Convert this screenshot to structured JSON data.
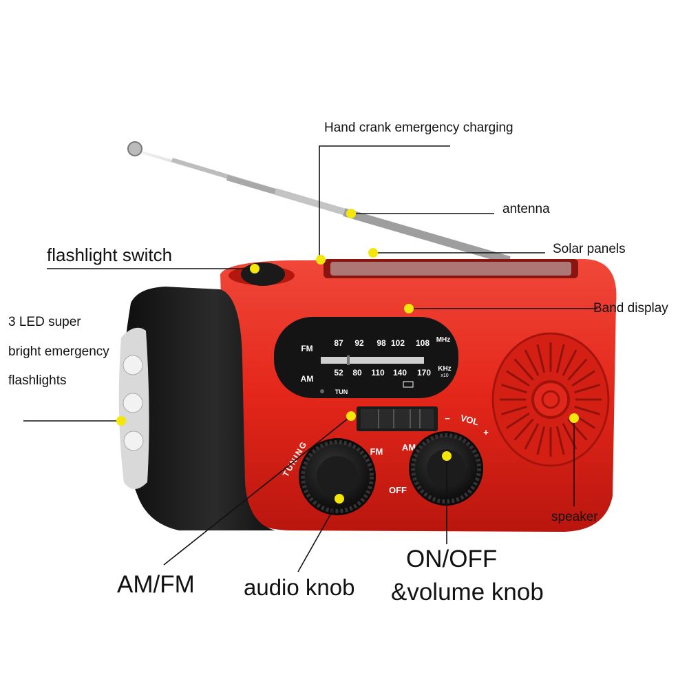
{
  "labels": {
    "hand_crank": "Hand crank emergency charging",
    "antenna": "antenna",
    "solar": "Solar panels",
    "flashlight_switch": "flashlight switch",
    "band_display": "Band display",
    "led_line1": "3 LED super",
    "led_line2": "bright emergency",
    "led_line3": "flashlights",
    "speaker": "speaker",
    "amfm": "AM/FM",
    "audio_knob": "audio knob",
    "onoff_line1": "ON/OFF",
    "onoff_line2": "&volume knob"
  },
  "dial": {
    "fm_label": "FM",
    "am_label": "AM",
    "fm_ticks": [
      "87",
      "92",
      "98",
      "102",
      "108"
    ],
    "fm_unit": "MHz",
    "am_ticks": [
      "52",
      "80",
      "110",
      "140",
      "170"
    ],
    "am_unit": "KHz",
    "am_unit_sub": "x10",
    "tun": "TUN"
  },
  "controls": {
    "tuning": "TUNING",
    "fm": "FM",
    "am": "AM",
    "off": "OFF",
    "vol_minus": "−",
    "vol": "VOL",
    "vol_plus": "+"
  },
  "colors": {
    "body_red": "#e8281c",
    "marker_yellow": "#f5e60a",
    "lamp_black": "#1c1c1c"
  }
}
